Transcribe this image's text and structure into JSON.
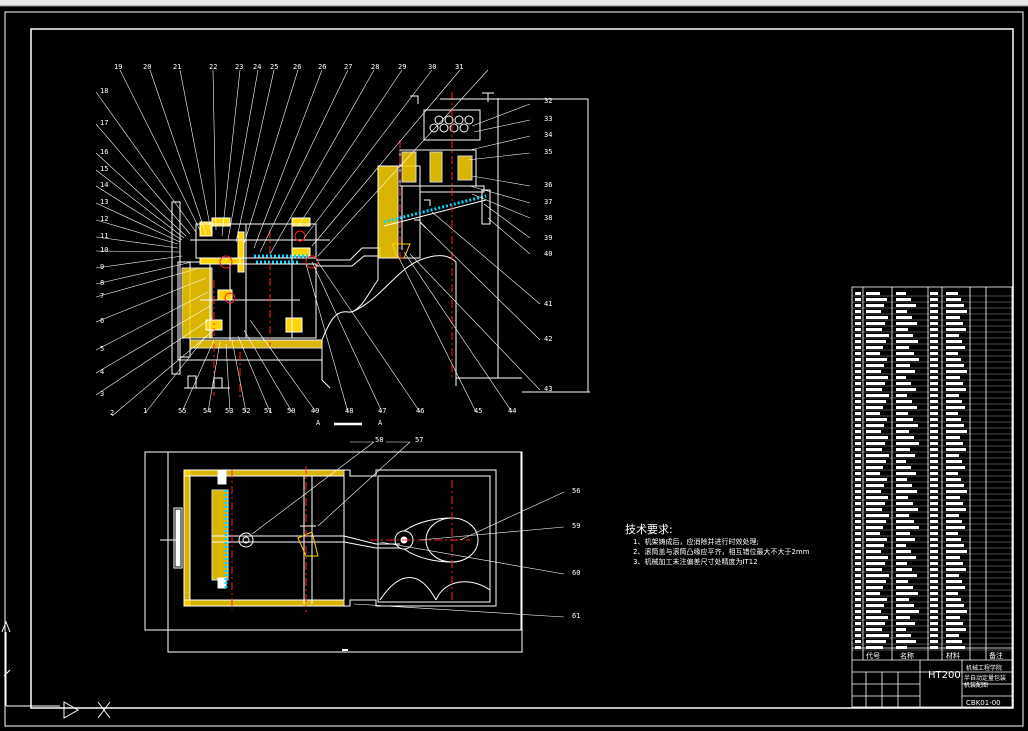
{
  "colors": {
    "background": "#000000",
    "line": "#ffffff",
    "section": "#ffd400",
    "center": "#ff2020",
    "cyan": "#00d8ff",
    "green": "#00ff66"
  },
  "top_view": {
    "part_numbers_top": [
      "19",
      "20",
      "21",
      "22",
      "23",
      "24",
      "25",
      "26",
      "26",
      "27",
      "28",
      "29",
      "30",
      "31"
    ],
    "part_numbers_left": [
      "18",
      "17",
      "16",
      "15",
      "14",
      "13",
      "12",
      "11",
      "10",
      "9",
      "8",
      "7",
      "6",
      "5",
      "4",
      "3",
      "2"
    ],
    "part_numbers_right": [
      "32",
      "33",
      "34",
      "35",
      "36",
      "37",
      "38",
      "39",
      "40",
      "41",
      "42",
      "43"
    ],
    "part_numbers_bottom": [
      "1",
      "55",
      "54",
      "53",
      "52",
      "51",
      "50",
      "49",
      "48",
      "47",
      "46",
      "45",
      "44"
    ],
    "section_marks": [
      "A",
      "A"
    ]
  },
  "bottom_view": {
    "part_numbers": [
      "58",
      "57",
      "56",
      "59",
      "60",
      "61"
    ]
  },
  "technical_requirements": {
    "title": "技术要求:",
    "notes": [
      "1、机架铸成后，应消除并进行时效处理;",
      "2、滚筒盖与滚筒凸缘应平齐，相互错位最大不大于2mm",
      "3、机械加工未注偏差尺寸处精度为IT12"
    ]
  },
  "title_block": {
    "material": "HT200",
    "school": "机械工程学院",
    "drawing_title": "半自动定量包装机装配图",
    "drawing_number": "CBK01-00",
    "column_headers": [
      "代号",
      "名称",
      "材料",
      "备注"
    ]
  }
}
